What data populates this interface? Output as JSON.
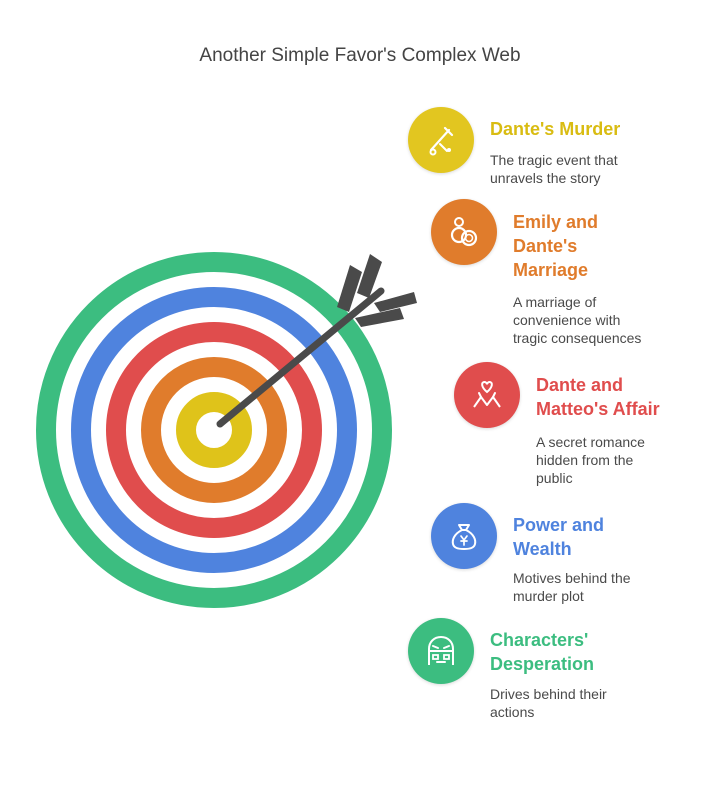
{
  "title": "Another Simple Favor's Complex Web",
  "colors": {
    "yellow": "#dfc31a",
    "orange": "#e07c2c",
    "red": "#e04d4d",
    "blue": "#4f83de",
    "green": "#3cbd80",
    "arrow": "#4a4a4a"
  },
  "items": [
    {
      "title": "Dante's Murder",
      "description": "The tragic event that unravels the story",
      "icon": "knife-blood-icon",
      "color": "#d9bc12"
    },
    {
      "title": "Emily and Dante's Marriage",
      "description": "A marriage of convenience with tragic consequences",
      "icon": "wedding-rings-icon",
      "color": "#e07c2c"
    },
    {
      "title": "Dante and Matteo's Affair",
      "description": "A secret romance hidden from the public",
      "icon": "heart-hands-icon",
      "color": "#e04d4d"
    },
    {
      "title": "Power and Wealth",
      "description": "Motives behind the murder plot",
      "icon": "money-bag-icon",
      "color": "#4f83de"
    },
    {
      "title": "Characters' Desperation",
      "description": "Drives behind their actions",
      "icon": "frustrated-face-icon",
      "color": "#3cbd80"
    }
  ]
}
